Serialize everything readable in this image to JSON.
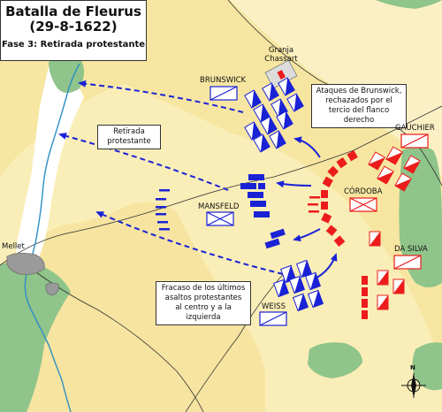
{
  "title": {
    "line1": "Batalla de Fleurus",
    "line2": "(29-8-1622)",
    "subtitle": "Fase 3: Retirada protestante"
  },
  "notes": {
    "brunswick_attacks": [
      "Ataques de Brunswick,",
      "rechazados por el",
      "tercio del flanco derecho"
    ],
    "retreat": [
      "Retirada",
      "protestante"
    ],
    "failure": [
      "Fracaso de los últimos",
      "asaltos protestantes",
      "al centro y a la izquierda"
    ]
  },
  "places": {
    "granja": [
      "Granja",
      "Chassart"
    ],
    "mellet": "Mellet"
  },
  "commanders": {
    "brunswick": "BRUNSWICK",
    "mansfeld": "MANSFELD",
    "weiss": "WEISS",
    "gauchier": "GAUCHIER",
    "cordoba": "CÓRDOBA",
    "da_silva": "DA SILVA"
  },
  "compass": "N",
  "colors": {
    "plain": "#f5e7a3",
    "plain_light": "#fdf6cf",
    "forest": "#8fc48a",
    "river": "#2d8fc4",
    "protestant": "#1a22d6",
    "spanish": "#ec1c1c"
  }
}
